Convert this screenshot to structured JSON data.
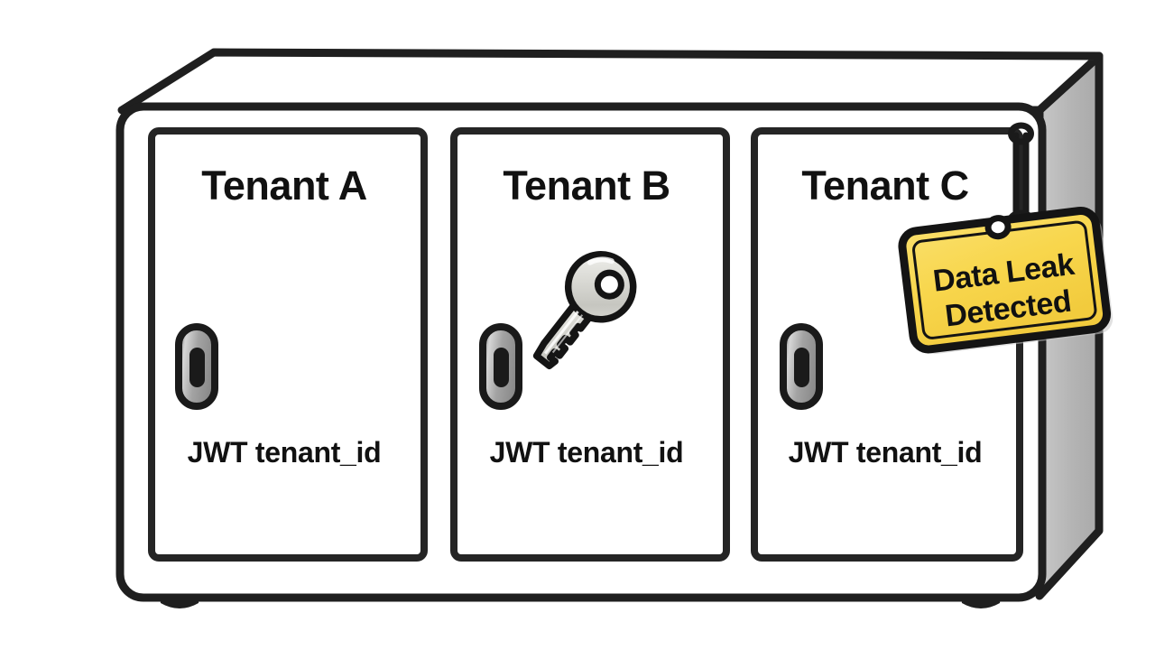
{
  "scene": {
    "title": "multi-tenant-locker-cabinet",
    "background_color": "#ffffff"
  },
  "cabinet": {
    "body_color": "#ffffff",
    "outline_color": "#1f1f1f",
    "side_panel_color": "#b6b6b6",
    "top_panel_color": "#ffffff",
    "foot_color": "#1f1f1f"
  },
  "lockers": [
    {
      "id": "tenant-a",
      "title": "Tenant A",
      "caption": "JWT tenant_id",
      "has_key": false,
      "handle_color": "#9a9a9a"
    },
    {
      "id": "tenant-b",
      "title": "Tenant B",
      "caption": "JWT tenant_id",
      "has_key": true,
      "handle_color": "#9a9a9a"
    },
    {
      "id": "tenant-c",
      "title": "Tenant C",
      "caption": "JWT tenant_id",
      "has_key": false,
      "handle_color": "#9a9a9a"
    }
  ],
  "key_icon": {
    "name": "key-icon",
    "body_color": "#d8d8d4",
    "outline_color": "#141414",
    "highlight_color": "#f2f2ef"
  },
  "warning_tag": {
    "line_1": "Data Leak",
    "line_2": "Detected",
    "fill_color": "#f8d64c",
    "border_color": "#141414",
    "text_color": "#111111",
    "hook_color": "#1a1a1a",
    "rotation_deg": -7
  }
}
